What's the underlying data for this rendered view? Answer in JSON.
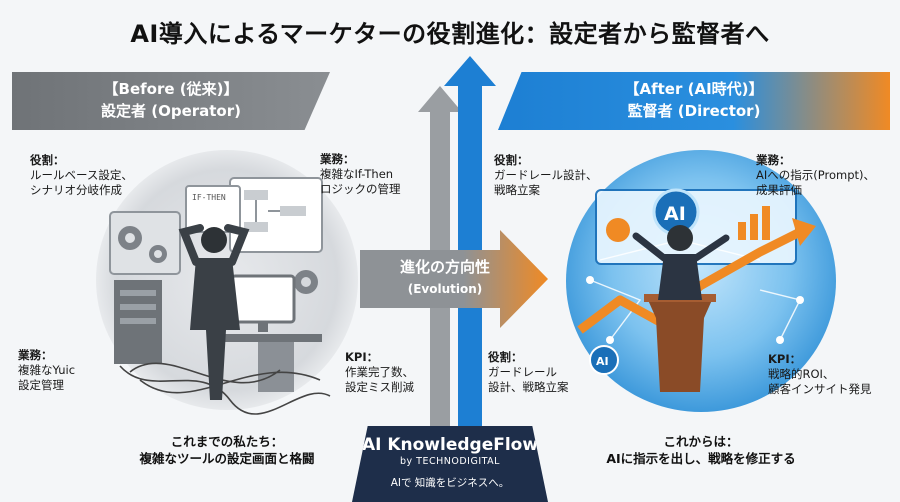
{
  "title": "AI導入によるマーケターの役割進化：設定者から監督者へ",
  "left_banner": {
    "line1": "【Before (従来)】",
    "line2": "設定者 (Operator)"
  },
  "right_banner": {
    "line1": "【After (AI時代)】",
    "line2": "監督者 (Director)"
  },
  "left_notes": {
    "role": {
      "head": "役割：",
      "body": "ルールベース設定、\nシナリオ分岐作成"
    },
    "work_top": {
      "head": "業務：",
      "body": "複雑なIf-Then\nロジックの管理"
    },
    "work_bottom": {
      "head": "業務：",
      "body": "複雑なYuic\n設定管理"
    },
    "kpi": {
      "head": "KPI：",
      "body": "作業完了数、\n設定ミス削減"
    }
  },
  "left_screen_label": "IF-THEN",
  "right_notes": {
    "role_top": {
      "head": "役割：",
      "body": "ガードレール設計、\n戦略立案"
    },
    "work": {
      "head": "業務：",
      "body": "AIへの指示(Prompt)、\n成果評価"
    },
    "role_bottom": {
      "head": "役割：",
      "body": "ガードレール\n設計、戦略立案"
    },
    "kpi": {
      "head": "KPI：",
      "body": "戦略的ROI、\n顧客インサイト発見"
    }
  },
  "right_screen_label": "AI",
  "right_small_badge": "AI",
  "center": {
    "line1": "進化の方向性",
    "line2": "(Evolution)"
  },
  "left_bottom": {
    "line1": "これまでの私たち：",
    "line2": "複雑なツールの設定画面と格闘"
  },
  "right_bottom": {
    "line1": "これからは：",
    "line2": "AIに指示を出し、戦略を修正する"
  },
  "brand": {
    "name": "AI KnowledgeFlow",
    "by": "by TECHNODIGITAL",
    "tagline": "AIで 知識をビジネスへ。"
  },
  "colors": {
    "blue": "#1d7fd3",
    "orange": "#f08a24",
    "gray": "#7a7e82",
    "navy": "#1e2e4a"
  }
}
